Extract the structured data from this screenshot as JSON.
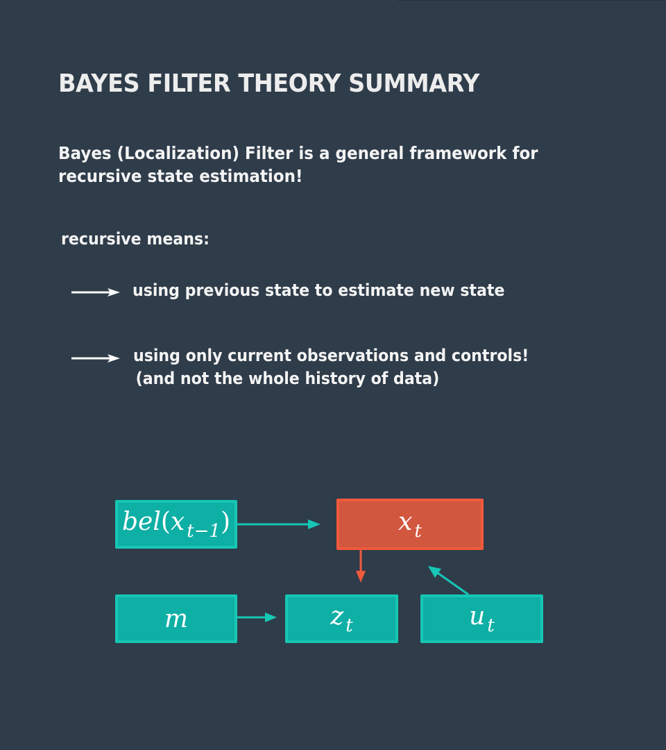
{
  "slide": {
    "title": "BAYES FILTER THEORY SUMMARY",
    "intro": "Bayes (Localization) Filter is a general framework for recursive state estimation!",
    "subhead": "recursive means:",
    "bullets": [
      {
        "icon": "right-arrow-icon",
        "text": "using previous state to estimate new state"
      },
      {
        "icon": "right-arrow-icon",
        "text": "using only current observations and controls!",
        "text2": "(and not the whole history of data)"
      }
    ]
  },
  "diagram": {
    "colors": {
      "node": "#0eafa5",
      "node_border": "#16c7b5",
      "state": "#d1573f",
      "state_border": "#f05a3c",
      "background": "#2f3c4a"
    },
    "nodes": {
      "belief": {
        "base": "bel",
        "open": "(",
        "var": "x",
        "sub": "t−1",
        "close": ")"
      },
      "state": {
        "var": "x",
        "sub": "t"
      },
      "map": {
        "var": "m"
      },
      "measurement": {
        "var": "z",
        "sub": "t"
      },
      "control": {
        "var": "u",
        "sub": "t"
      }
    },
    "edges": [
      {
        "from": "belief",
        "to": "state",
        "color": "#16c7b5"
      },
      {
        "from": "state",
        "to": "measurement",
        "color": "#f05a3c"
      },
      {
        "from": "control",
        "to": "state",
        "color": "#16c7b5"
      },
      {
        "from": "map",
        "to": "measurement",
        "color": "#16c7b5"
      }
    ]
  }
}
